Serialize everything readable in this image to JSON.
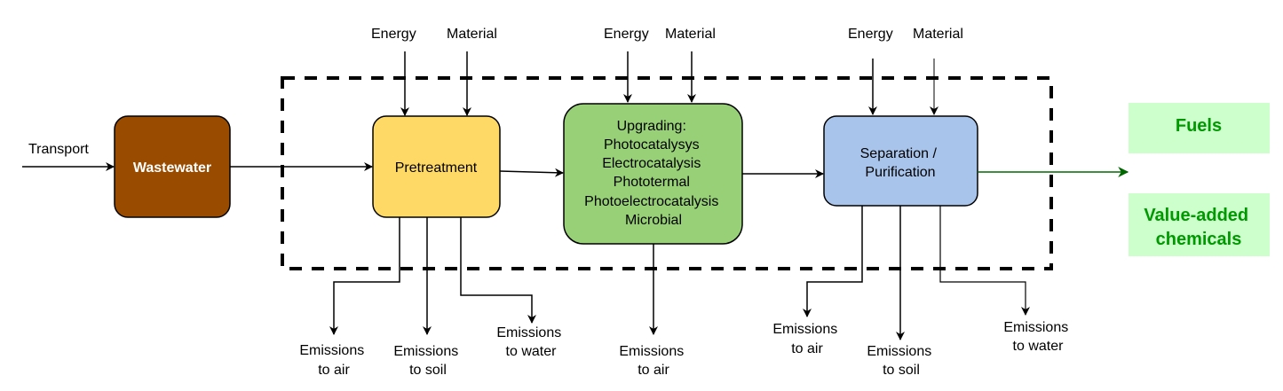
{
  "diagram": {
    "type": "process-flow",
    "colors": {
      "wastewater": "#994c00",
      "pretreatment": "#ffd966",
      "upgrading": "#97d077",
      "separation": "#a9c4eb",
      "output_fill": "#ccffcc",
      "output_text": "#009900",
      "product_arrow": "#006600"
    },
    "input": {
      "label": "Transport"
    },
    "nodes": {
      "wastewater": {
        "label": "Wastewater"
      },
      "pretreatment": {
        "label": "Pretreatment"
      },
      "upgrading": {
        "lines": [
          "Upgrading:",
          "Photocatalysys",
          "Electrocatalysis",
          "Phototermal",
          "Photoelectrocatalysis",
          "Microbial"
        ]
      },
      "separation": {
        "lines": [
          "Separation /",
          "Purification"
        ]
      }
    },
    "inputs": {
      "pretreatment": {
        "energy": "Energy",
        "material": "Material"
      },
      "upgrading": {
        "energy": "Energy",
        "material": "Material"
      },
      "separation": {
        "energy": "Energy",
        "material": "Material"
      }
    },
    "emissions": {
      "pretreatment": [
        {
          "line1": "Emissions",
          "line2": "to air"
        },
        {
          "line1": "Emissions",
          "line2": "to soil"
        },
        {
          "line1": "Emissions",
          "line2": "to water"
        }
      ],
      "upgrading": [
        {
          "line1": "Emissions",
          "line2": "to air"
        }
      ],
      "separation": [
        {
          "line1": "Emissions",
          "line2": "to air"
        },
        {
          "line1": "Emissions",
          "line2": "to soil"
        },
        {
          "line1": "Emissions",
          "line2": "to water"
        }
      ]
    },
    "outputs": {
      "fuels": {
        "label": "Fuels"
      },
      "chemicals": {
        "line1": "Value-added",
        "line2": "chemicals"
      }
    }
  }
}
